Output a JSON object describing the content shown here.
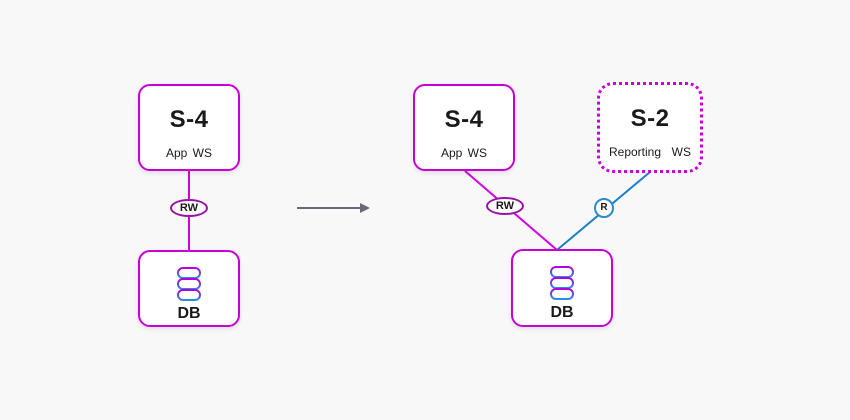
{
  "colors": {
    "background": "#f8f8f8",
    "node_border": "#c800d8",
    "rw_link": "#d400e0",
    "r_link": "#1a7fc8",
    "arrow": "#6a6a7a"
  },
  "before": {
    "server": {
      "title": "S-4",
      "subtitle": "App WS"
    },
    "link_label": "RW",
    "db": {
      "label": "DB",
      "icon": "database-icon"
    }
  },
  "transition_arrow": {
    "icon": "right-arrow-icon"
  },
  "after": {
    "app_server": {
      "title": "S-4",
      "subtitle": "App WS"
    },
    "report_server": {
      "title": "S-2",
      "subtitle": "Reporting  WS"
    },
    "rw_label": "RW",
    "r_label": "R",
    "db": {
      "label": "DB",
      "icon": "database-icon"
    }
  }
}
